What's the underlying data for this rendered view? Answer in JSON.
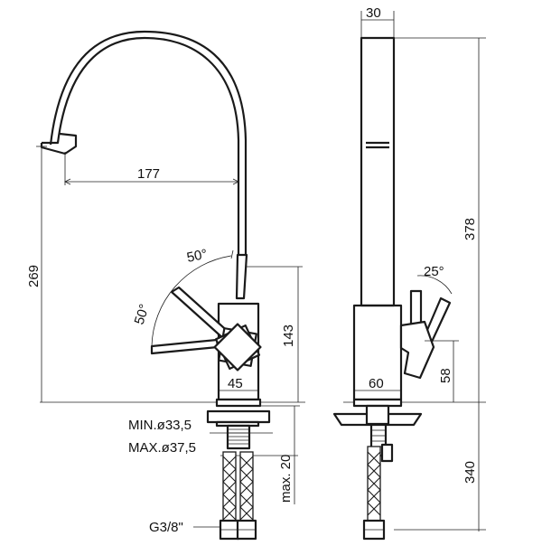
{
  "drawing": {
    "side_view": {
      "dim_reach": "177",
      "dim_total_height": "269",
      "dim_body_height": "143",
      "dim_body_width": "45",
      "angle_upper": "50°",
      "angle_lower": "50°",
      "hole_min": "MIN.ø33,5",
      "hole_max": "MAX.ø37,5",
      "max_thickness": "max. 20",
      "thread": "G3/8\""
    },
    "front_view": {
      "dim_spout_width": "30",
      "dim_spout_height": "378",
      "dim_base_width": "60",
      "dim_lever_height": "58",
      "dim_hose_length": "340",
      "angle_lever": "25°"
    }
  }
}
